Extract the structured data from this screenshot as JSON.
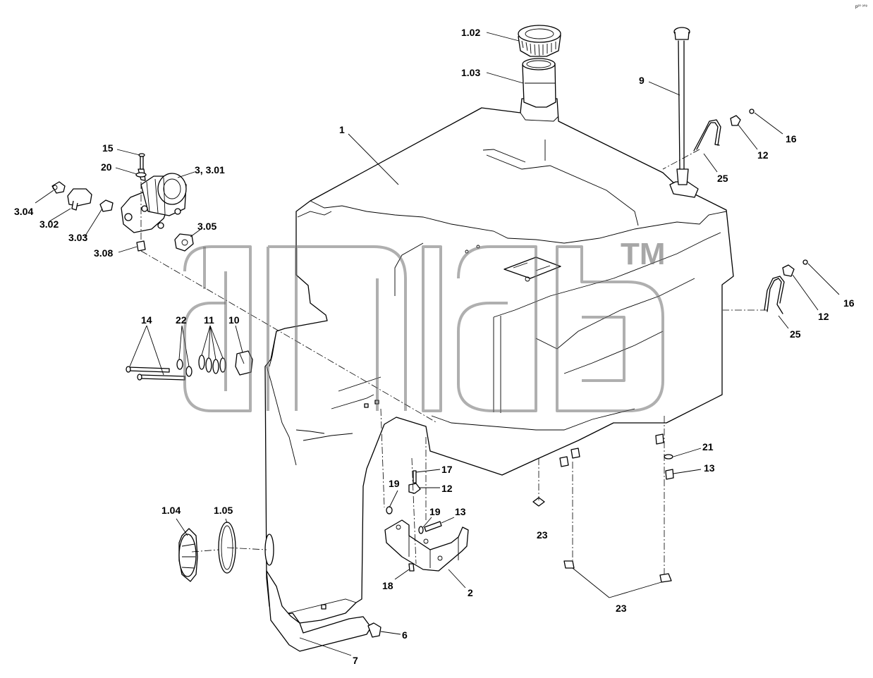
{
  "diagram": {
    "reference_code": "p²⁰ ⁹⁰⁸",
    "watermark": {
      "tm": "TM"
    },
    "callouts": [
      {
        "id": "c1",
        "label": "1"
      },
      {
        "id": "c102",
        "label": "1.02"
      },
      {
        "id": "c103",
        "label": "1.03"
      },
      {
        "id": "c9",
        "label": "9"
      },
      {
        "id": "c16a",
        "label": "16"
      },
      {
        "id": "c12a",
        "label": "12"
      },
      {
        "id": "c25a",
        "label": "25"
      },
      {
        "id": "c15",
        "label": "15"
      },
      {
        "id": "c20",
        "label": "20"
      },
      {
        "id": "c3",
        "label": "3, 3.01"
      },
      {
        "id": "c304",
        "label": "3.04"
      },
      {
        "id": "c302",
        "label": "3.02"
      },
      {
        "id": "c303",
        "label": "3.03"
      },
      {
        "id": "c305",
        "label": "3.05"
      },
      {
        "id": "c308",
        "label": "3.08"
      },
      {
        "id": "c16b",
        "label": "16"
      },
      {
        "id": "c12b",
        "label": "12"
      },
      {
        "id": "c25b",
        "label": "25"
      },
      {
        "id": "c14",
        "label": "14"
      },
      {
        "id": "c22",
        "label": "22"
      },
      {
        "id": "c11",
        "label": "11"
      },
      {
        "id": "c10",
        "label": "10"
      },
      {
        "id": "c21",
        "label": "21"
      },
      {
        "id": "c13a",
        "label": "13"
      },
      {
        "id": "c17",
        "label": "17"
      },
      {
        "id": "c19a",
        "label": "19"
      },
      {
        "id": "c12c",
        "label": "12"
      },
      {
        "id": "c19b",
        "label": "19"
      },
      {
        "id": "c13b",
        "label": "13"
      },
      {
        "id": "c104",
        "label": "1.04"
      },
      {
        "id": "c105",
        "label": "1.05"
      },
      {
        "id": "c23a",
        "label": "23"
      },
      {
        "id": "c18",
        "label": "18"
      },
      {
        "id": "c2",
        "label": "2"
      },
      {
        "id": "c23b",
        "label": "23"
      },
      {
        "id": "c6",
        "label": "6"
      },
      {
        "id": "c7",
        "label": "7"
      }
    ]
  }
}
